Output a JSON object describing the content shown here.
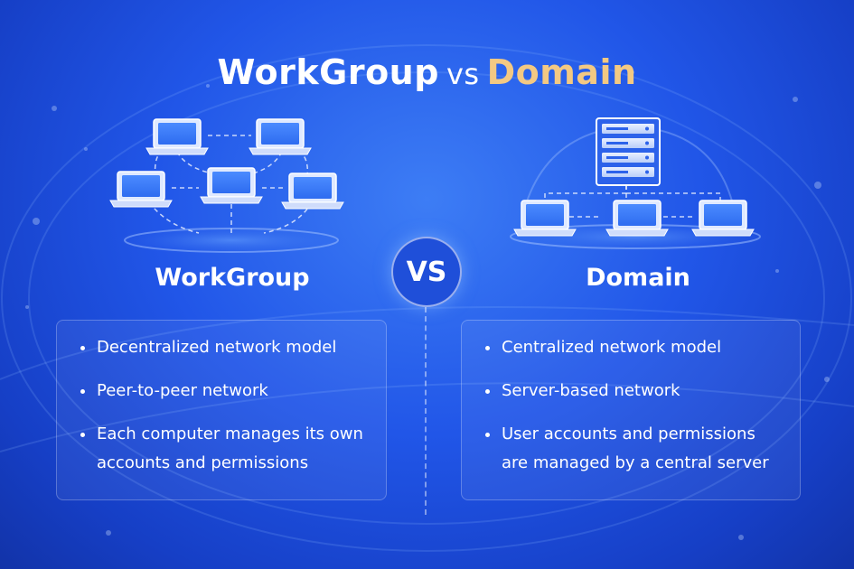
{
  "title": {
    "left": "WorkGroup",
    "middle": "vs",
    "right": "Domain"
  },
  "vs_badge": "VS",
  "workgroup": {
    "heading": "WorkGroup",
    "points": [
      "Decentralized network model",
      "Peer-to-peer network",
      "Each computer manages its own accounts and permissions"
    ]
  },
  "domain": {
    "heading": "Domain",
    "points": [
      "Centralized network model",
      "Server-based network",
      "User accounts and permissions are managed by a central server"
    ]
  },
  "colors": {
    "background": "#2156e8",
    "accent": "#f3c983",
    "text": "#ffffff"
  },
  "icons": [
    "laptop-icon",
    "server-icon"
  ]
}
